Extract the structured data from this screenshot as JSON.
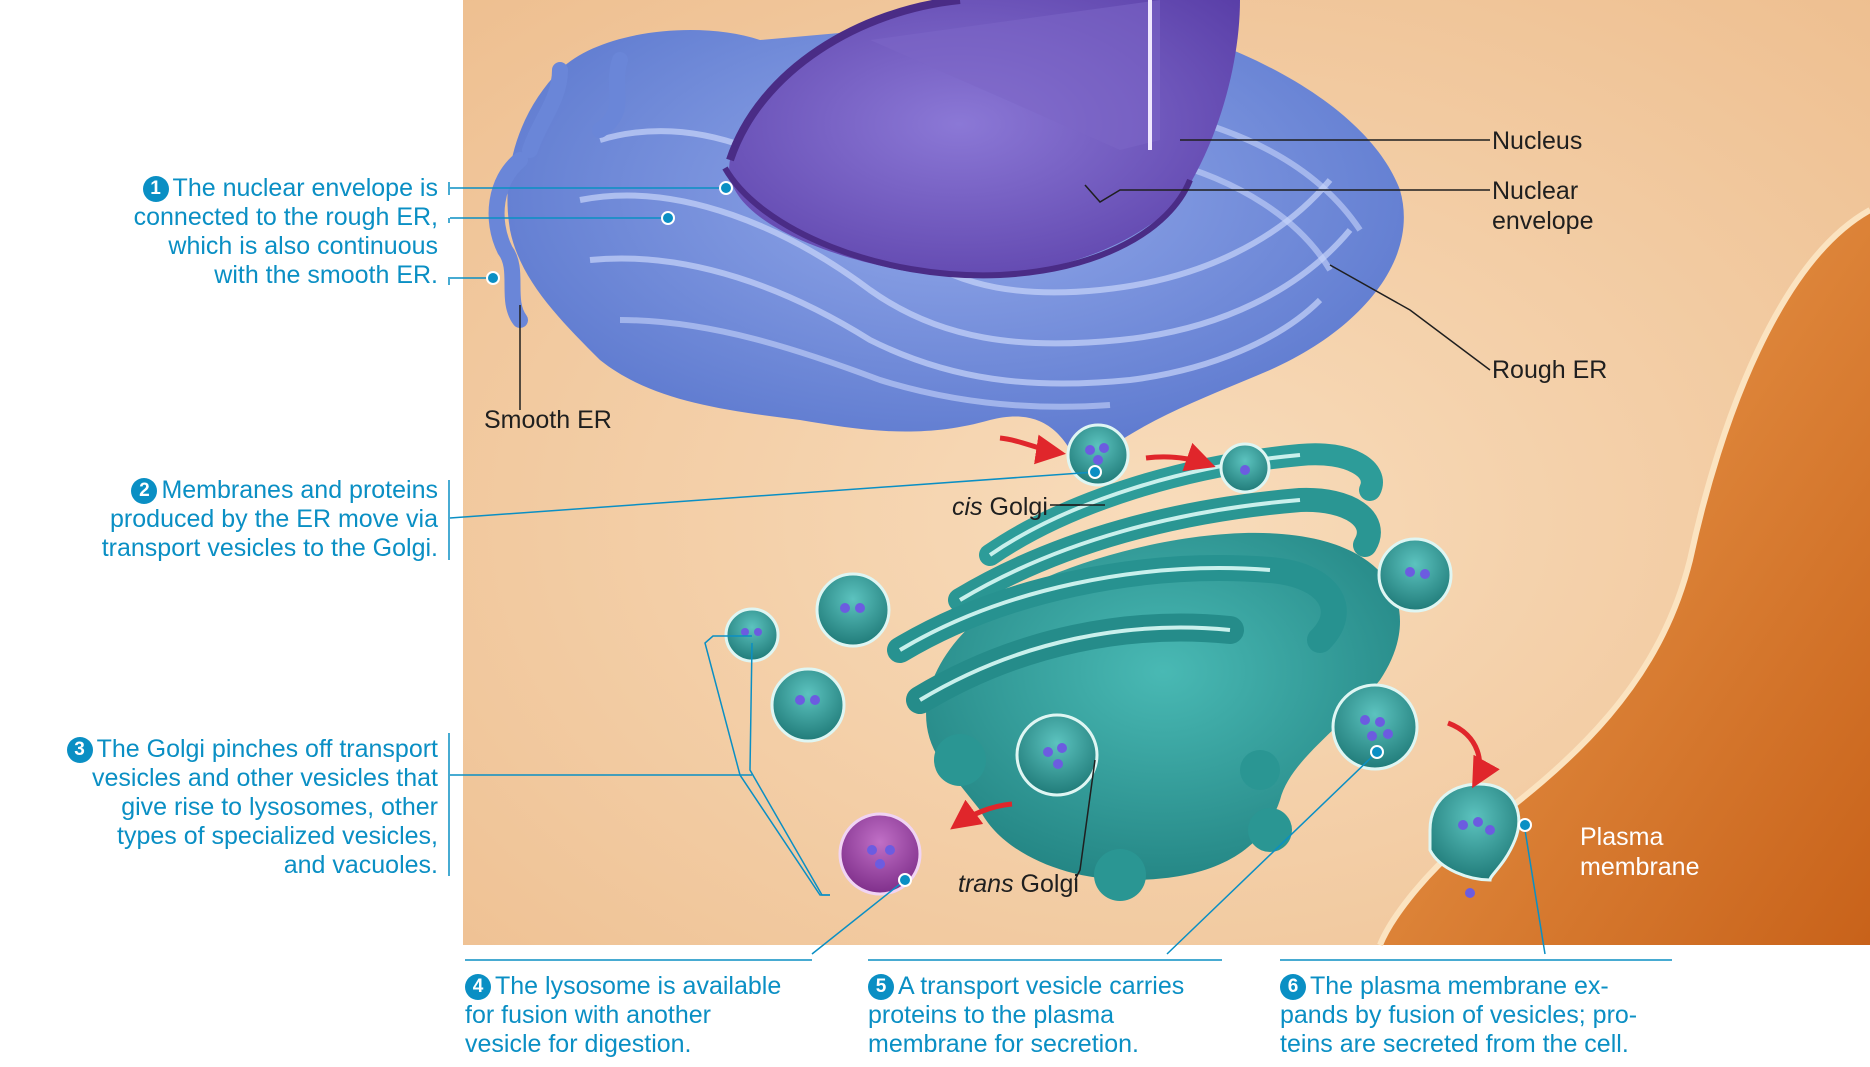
{
  "labels": {
    "nucleus": "Nucleus",
    "nuclear_envelope_line1": "Nuclear",
    "nuclear_envelope_line2": "envelope",
    "rough_er": "Rough ER",
    "smooth_er": "Smooth ER",
    "cis_golgi_italic": "cis",
    "cis_golgi_rest": " Golgi",
    "trans_golgi_italic": "trans",
    "trans_golgi_rest": " Golgi",
    "plasma_membrane_line1": "Plasma",
    "plasma_membrane_line2": "membrane"
  },
  "steps": [
    {
      "number": "1",
      "lines": [
        "The nuclear envelope is",
        "connected to the rough ER,",
        "which is also continuous",
        "with the smooth ER."
      ]
    },
    {
      "number": "2",
      "lines": [
        "Membranes and proteins",
        "produced by the ER move via",
        "transport vesicles to the Golgi."
      ]
    },
    {
      "number": "3",
      "lines": [
        "The Golgi pinches off transport",
        "vesicles and other vesicles that",
        "give rise to lysosomes, other",
        "types of specialized vesicles,",
        "and vacuoles."
      ]
    },
    {
      "number": "4",
      "lines": [
        "The lysosome is available",
        "for fusion with another",
        "vesicle for digestion."
      ]
    },
    {
      "number": "5",
      "lines": [
        "A transport vesicle carries",
        "proteins to the plasma",
        "membrane for secretion."
      ]
    },
    {
      "number": "6",
      "lines": [
        "The plasma membrane ex-",
        "pands by fusion of vesicles; pro-",
        "teins are secreted from the cell."
      ]
    }
  ],
  "colors": {
    "cytoplasm": "#f3c79a",
    "outside_cell": "#e07a2a",
    "er_blue": "#5f7fd6",
    "nucleus_purple": "#6d55c0",
    "golgi_teal": "#2a9a98",
    "lysosome_purple": "#9a3fa0",
    "arrow_red": "#e0262b",
    "step_text": "#0a8fc4"
  }
}
